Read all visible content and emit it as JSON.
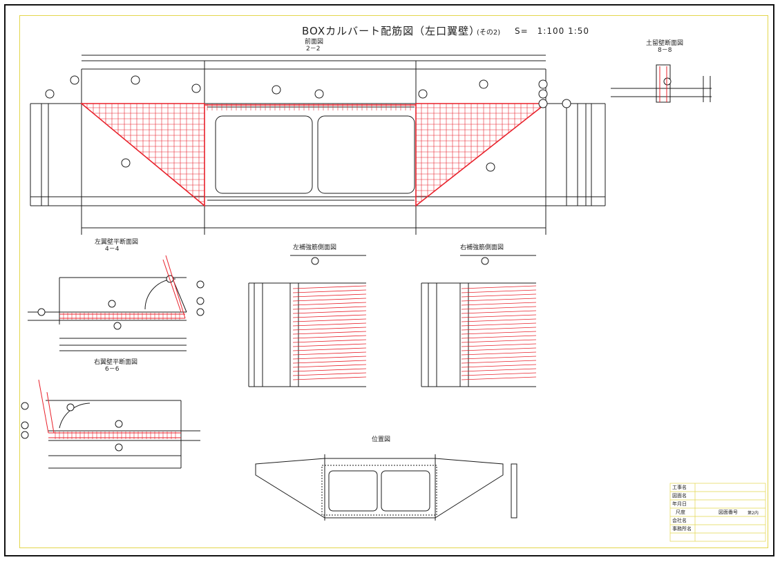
{
  "drawing": {
    "title": "BOXカルバート配筋図（左口翼壁）",
    "sheet_no": "(その2)",
    "scale": "S=　1:100 1:50"
  },
  "views": {
    "front": {
      "name": "前面図",
      "sub": "2－2"
    },
    "earth_wall": {
      "name": "土留壁断面図",
      "sub": "8－8"
    },
    "left_wing": {
      "name": "左翼壁平断面図",
      "sub": "4－4"
    },
    "right_wing": {
      "name": "右翼壁平断面図",
      "sub": "6－6"
    },
    "left_reinf": {
      "name": "左補強筋側面図"
    },
    "right_reinf": {
      "name": "右補強筋側面図"
    },
    "location": {
      "name": "位置図"
    }
  },
  "title_block": {
    "rows": [
      "工事名",
      "図面名",
      "年月日",
      "尺度",
      "会社名",
      "事務所名"
    ],
    "drawing_no_label": "図面番号",
    "drawing_no_value": "第2内"
  },
  "colors": {
    "rebar": "#e8202a",
    "line": "#1a1a1a",
    "frame": "#e3d64b"
  }
}
